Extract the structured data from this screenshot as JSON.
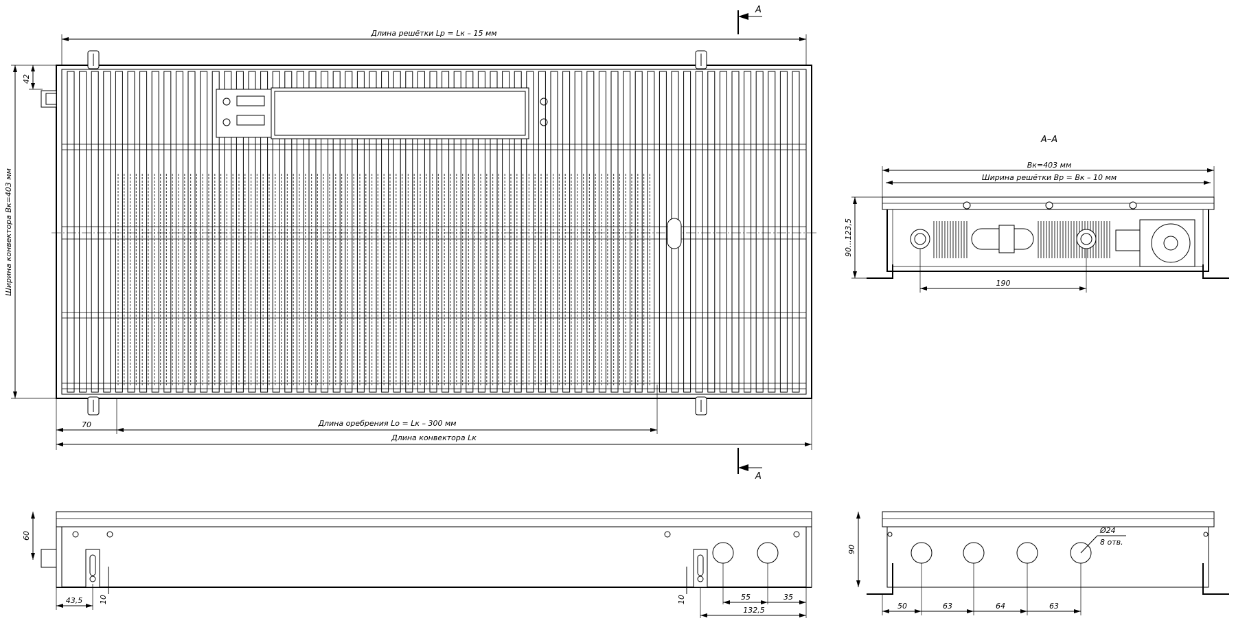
{
  "title": "",
  "labels": {
    "grille_length": "Длина решётки Lр = Lк – 15 мм",
    "fin_length": "Длина оребрения Lо = Lк – 300 мм",
    "convector_length": "Длина конвектора Lк",
    "convector_width": "Ширина конвектора Вк=403 мм",
    "dim_42": "42",
    "dim_70": "70",
    "section_mark_top": "А",
    "section_mark_bottom": "А",
    "section_title": "А–А",
    "bk": "Вк=403 мм",
    "grille_width": "Ширина решётки Вр = Вк – 10 мм",
    "height_range": "90...123,5",
    "dim_190": "190",
    "dim_60": "60",
    "dim_43_5": "43,5",
    "dim_10_left": "10",
    "dim_10_right": "10",
    "dim_55": "55",
    "dim_35": "35",
    "dim_132_5": "132,5",
    "dim_90": "90",
    "hole_diam": "Ø24",
    "hole_count": "8 отв.",
    "dim_50": "50",
    "dim_63a": "63",
    "dim_64": "64",
    "dim_63b": "63"
  }
}
